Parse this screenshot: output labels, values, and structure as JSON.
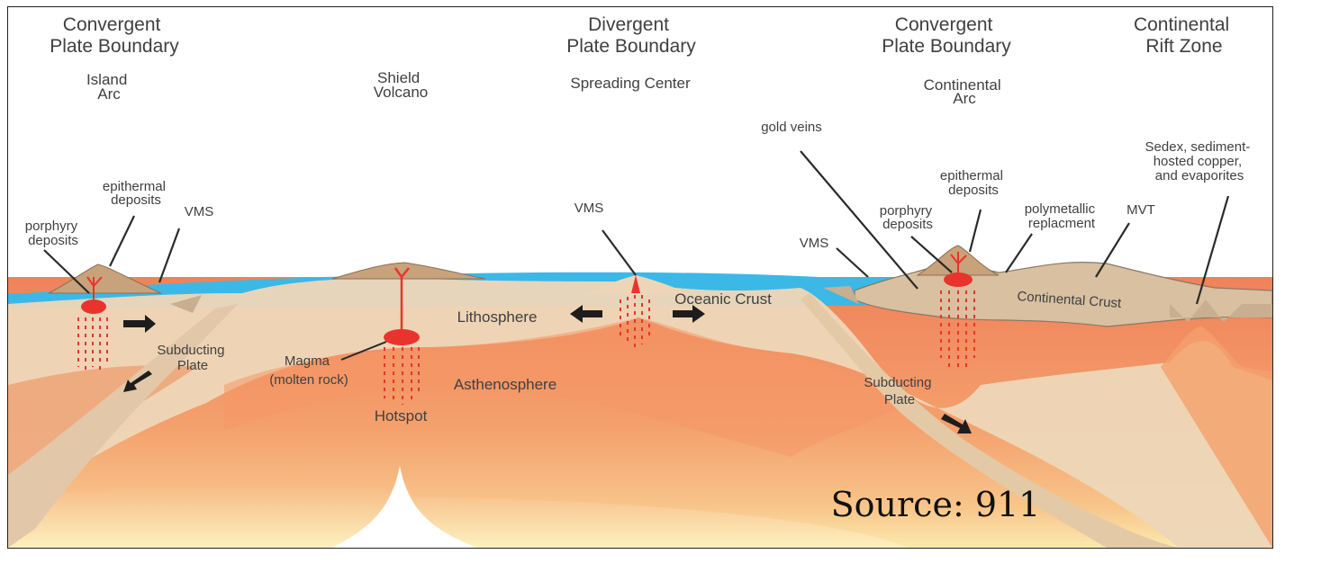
{
  "headers": {
    "convergent_left": [
      "Convergent",
      "Plate Boundary"
    ],
    "divergent": [
      "Divergent",
      "Plate Boundary"
    ],
    "convergent_right": [
      "Convergent",
      "Plate Boundary"
    ],
    "rift": [
      "Continental",
      "Rift Zone"
    ]
  },
  "features": {
    "island_arc": [
      "Island",
      "Arc"
    ],
    "shield_volcano": [
      "Shield",
      "Volcano"
    ],
    "spreading_center": "Spreading Center",
    "continental_arc": [
      "Continental",
      "Arc"
    ]
  },
  "deposits": {
    "epithermal_left": [
      "epithermal",
      "deposits"
    ],
    "vms_left": "VMS",
    "porphyry_left": [
      "porphyry",
      "deposits"
    ],
    "vms_center": "VMS",
    "gold_veins": "gold veins",
    "epithermal_right": [
      "epithermal",
      "deposits"
    ],
    "porphyry_right": [
      "porphyry",
      "deposits"
    ],
    "polymetallic": [
      "polymetallic",
      "replacment"
    ],
    "mvt": "MVT",
    "vms_right": "VMS",
    "sedex": [
      "Sedex, sediment-",
      "hosted copper,",
      "and evaporites"
    ]
  },
  "layers": {
    "lithosphere": "Lithosphere",
    "oceanic_crust": "Oceanic Crust",
    "continental_crust": "Continental Crust",
    "asthenosphere": "Asthenosphere",
    "magma": [
      "Magma",
      "(molten rock)"
    ],
    "hotspot": "Hotspot",
    "subducting_left": [
      "Subducting",
      "Plate"
    ],
    "subducting_right": [
      "Subducting",
      "Plate"
    ]
  },
  "source": "Source: 911",
  "colors": {
    "ocean": "#3cb8e6",
    "mantle_hot": "#f08a5c",
    "mantle_warm": "#f7a870",
    "mantle_yellow": "#fbe6a6",
    "lithosphere": "#edd6b8",
    "crust": "#d9c1a3",
    "magma": "#e8342c"
  }
}
